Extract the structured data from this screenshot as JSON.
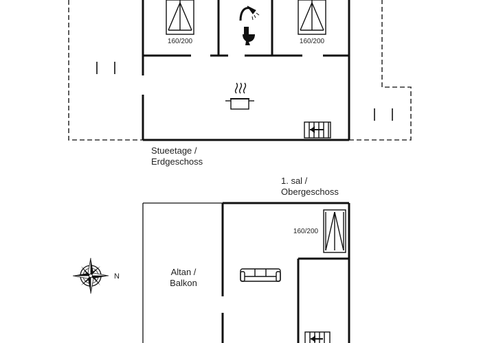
{
  "floors": {
    "ground": {
      "label_line1": "Stueetage /",
      "label_line2": "Erdgeschoss",
      "bed_left_size": "160/200",
      "bed_right_size": "160/200"
    },
    "upper": {
      "label_line1": "1. sal /",
      "label_line2": "Obergeschoss",
      "bed_size": "160/200",
      "balcony_line1": "Altan /",
      "balcony_line2": "Balkon"
    }
  },
  "compass": {
    "north_label": "N"
  },
  "icons": [
    "bed-icon",
    "shower-icon",
    "toilet-icon",
    "cooking-pot-icon",
    "stairs-icon",
    "sofa-icon",
    "compass-icon"
  ],
  "colors": {
    "wall": "#111111",
    "line": "#333333",
    "background": "#ffffff"
  }
}
